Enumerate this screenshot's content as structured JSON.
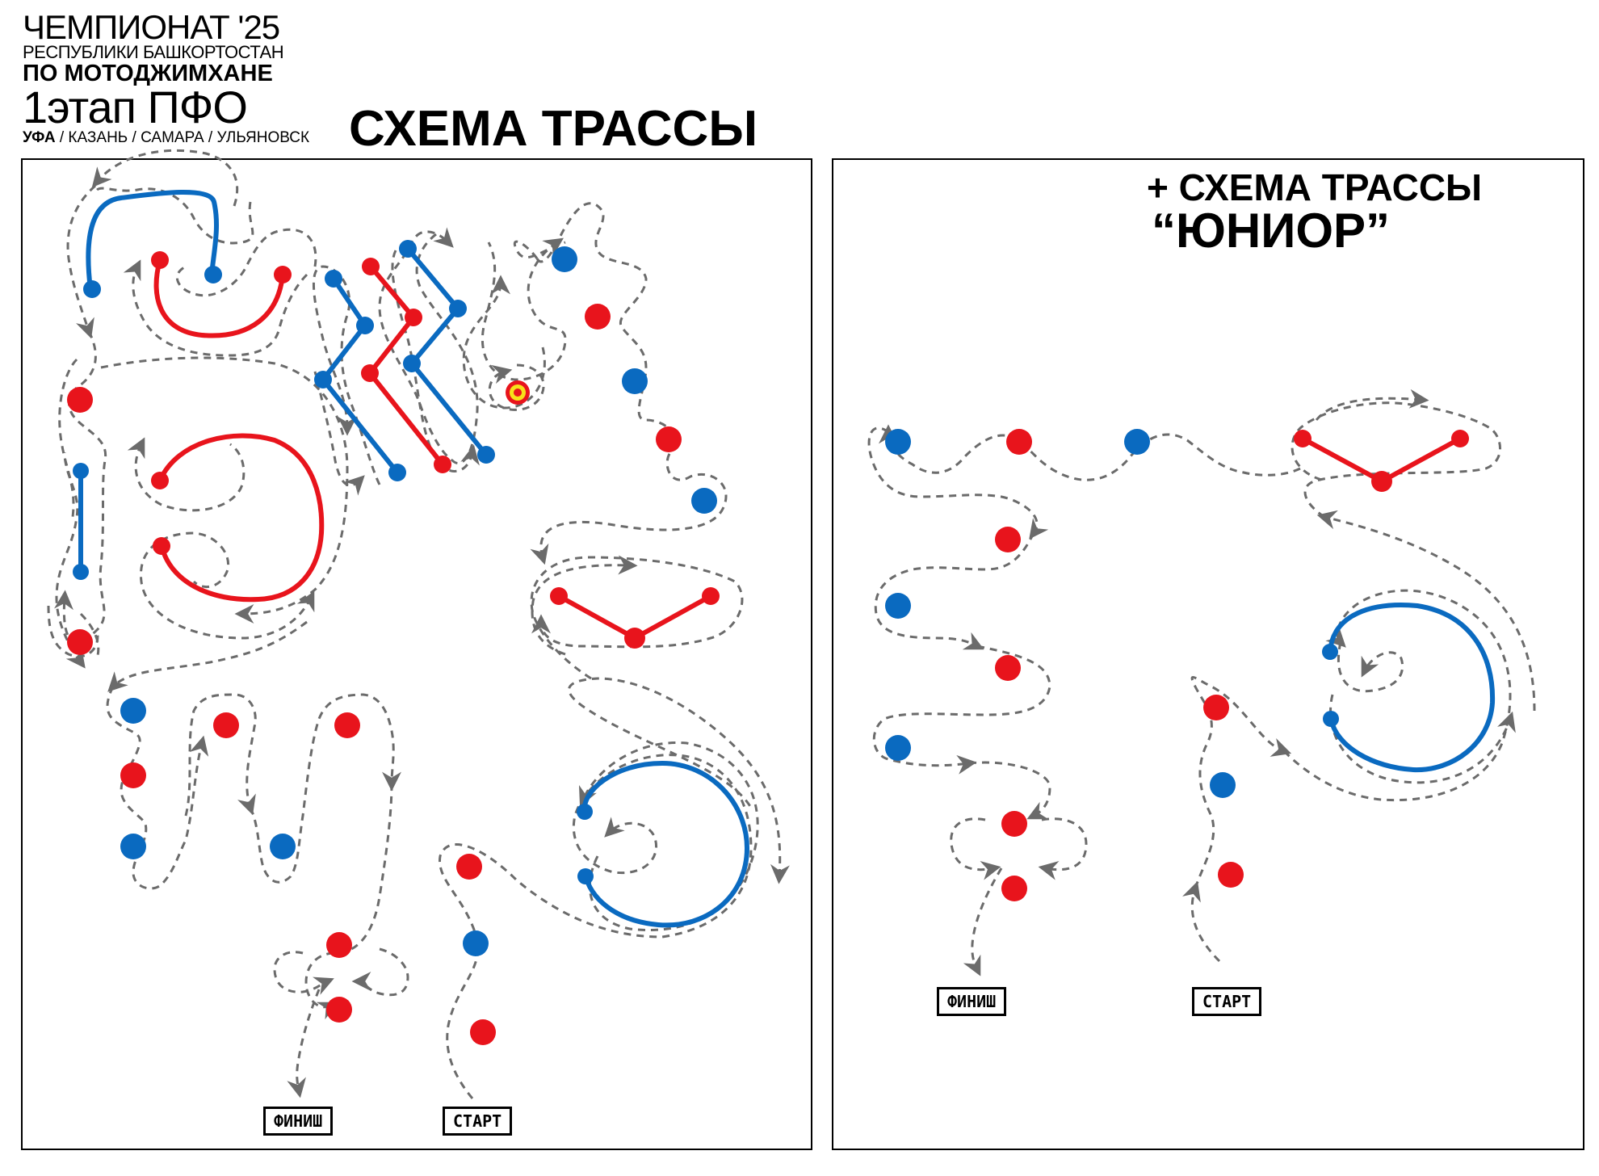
{
  "header": {
    "line1": "ЧЕМПИОНАТ '25",
    "line2": "РЕСПУБЛИКИ БАШКОРТОСТАН",
    "line3": "ПО МОТОДЖИМХАНЕ",
    "line4": "1этап ПФО",
    "city_main": "УФА",
    "cities_rest": " / КАЗАНЬ / САМАРА / УЛЬЯНОВСК"
  },
  "main_title": "СХЕМА ТРАССЫ",
  "junior": {
    "line1": "+ СХЕМА ТРАССЫ",
    "line2": "“ЮНИОР”"
  },
  "labels": {
    "finish": "ФИНИШ",
    "start": "СТАРТ"
  },
  "colors": {
    "red": "#e8141c",
    "blue": "#0a6ac0",
    "path": "#6b6b6b",
    "target_yellow": "#f7e11a"
  },
  "legend_semantics": {
    "red_cone": "red-cone-icon",
    "blue_cone": "blue-cone-icon",
    "target": "target-icon"
  }
}
